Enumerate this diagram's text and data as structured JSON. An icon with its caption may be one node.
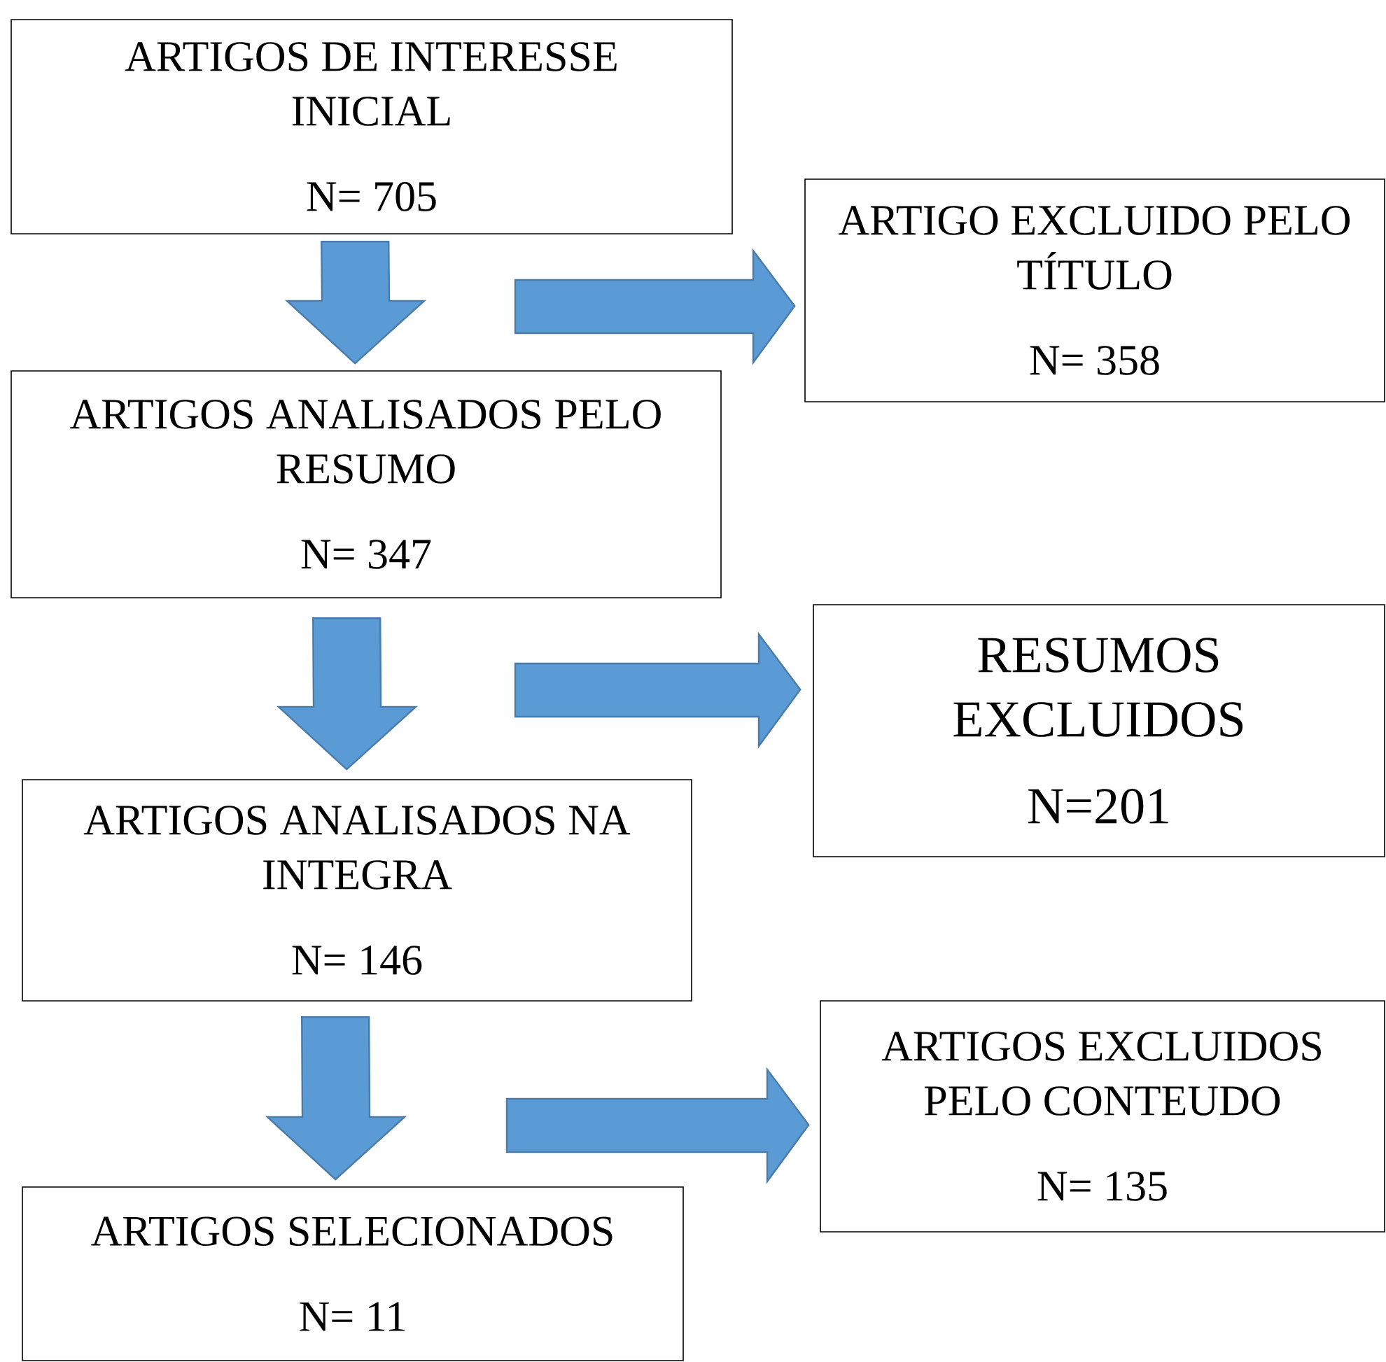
{
  "diagram": {
    "nodes": [
      {
        "text": [
          "ARTIGOS DE INTERESSE INICIAL",
          "N= 705"
        ]
      },
      {
        "text": [
          "ARTIGO EXCLUIDO PELO TÍTULO",
          "N= 358"
        ]
      },
      {
        "text": [
          "ARTIGOS ANALISADOS PELO RESUMO",
          "N= 347"
        ]
      },
      {
        "text": [
          "RESUMOS EXCLUIDOS",
          "N=201"
        ]
      },
      {
        "text": [
          "ARTIGOS ANALISADOS NA INTEGRA",
          "N= 146"
        ]
      },
      {
        "text": [
          "ARTIGOS EXCLUIDOS PELO CONTEUDO",
          "N= 135"
        ]
      },
      {
        "text": [
          "ARTIGOS SELECIONADOS",
          "N= 11"
        ]
      }
    ],
    "edges": [
      {
        "from": 0,
        "to": 2,
        "arrow": "to"
      },
      {
        "from": null,
        "to": 1,
        "arrow": "to"
      },
      {
        "from": 2,
        "to": 4,
        "arrow": "to"
      },
      {
        "from": null,
        "to": 3,
        "arrow": "to"
      },
      {
        "from": 4,
        "to": 6,
        "arrow": "to"
      },
      {
        "from": null,
        "to": 5,
        "arrow": "to"
      }
    ]
  }
}
